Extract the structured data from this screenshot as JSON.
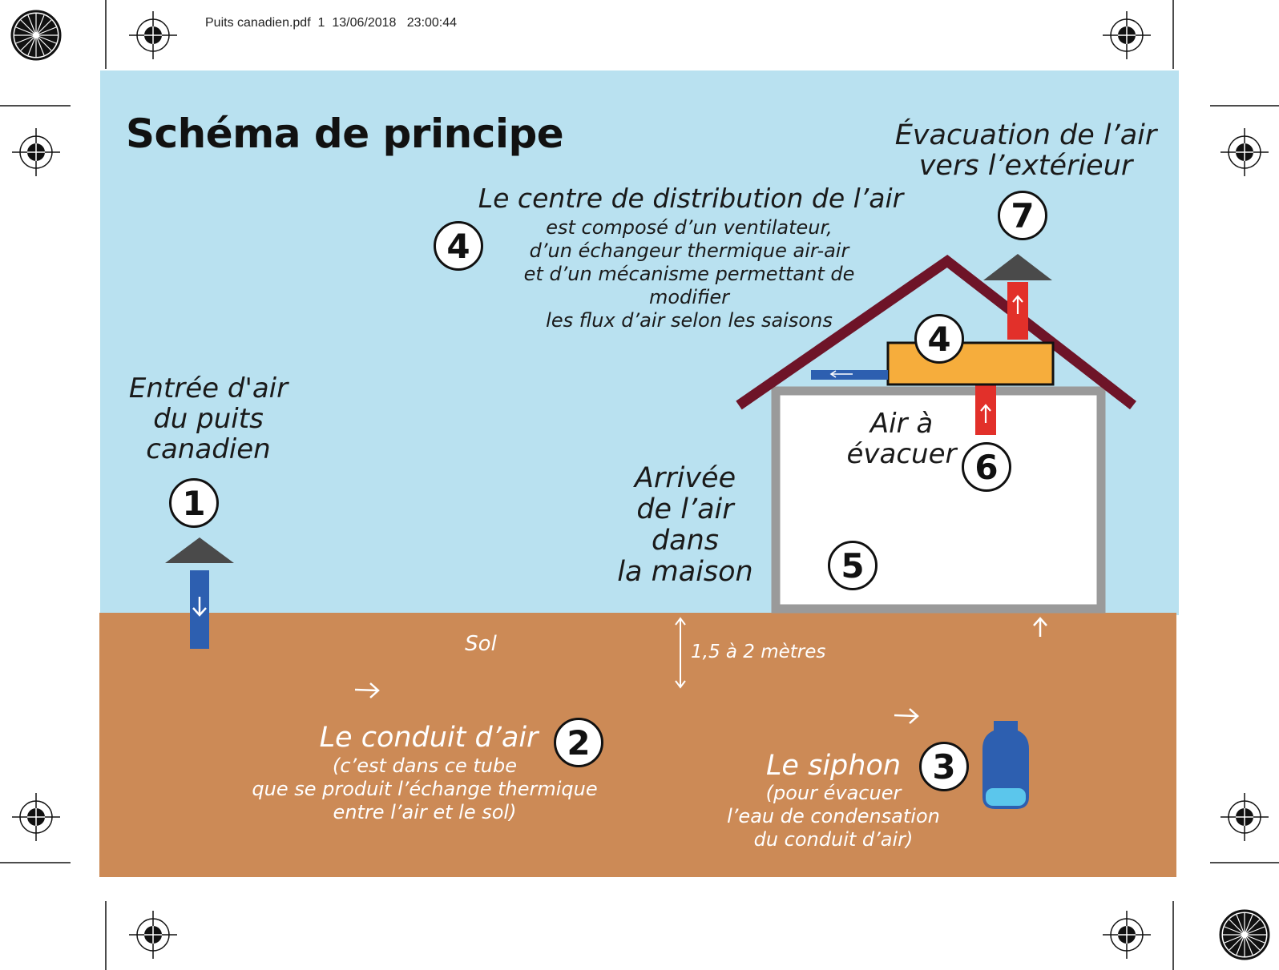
{
  "header": {
    "filename": "Puits canadien.pdf",
    "page": "1",
    "date": "13/06/2018",
    "time": "23:00:44"
  },
  "title": "Schéma de principe",
  "labels": {
    "entree": [
      "Entrée d'air",
      "du puits",
      "canadien"
    ],
    "distribution_title": "Le centre de distribution de l’air",
    "distribution_desc": [
      "est composé d’un ventilateur,",
      "d’un échangeur thermique air-air",
      "et d’un mécanisme permettant de modifier",
      "les flux d’air selon les saisons"
    ],
    "evacuation": [
      "Évacuation de l’air",
      "vers l’extérieur"
    ],
    "air_evacuer": [
      "Air à",
      "évacuer"
    ],
    "arrivee": [
      "Arrivée",
      "de l’air",
      "dans",
      "la maison"
    ],
    "sol": "Sol",
    "profondeur": "1,5 à 2 mètres",
    "conduit_title": "Le conduit d’air",
    "conduit_desc": [
      "(c’est dans ce tube",
      "que se produit l’échange thermique",
      "entre l’air et le sol)"
    ],
    "siphon_title": "Le siphon",
    "siphon_desc": [
      "(pour évacuer",
      "l’eau de condensation",
      "du conduit d’air)"
    ]
  },
  "badges": {
    "b1": "1",
    "b2": "2",
    "b3": "3",
    "b4a": "4",
    "b4b": "4",
    "b5": "5",
    "b6": "6",
    "b7": "7"
  },
  "colors": {
    "sky": "#b9e1f0",
    "soil": "#cc8a56",
    "pipe": "#2d5fb0",
    "roof": "#6e1428",
    "wall": "#9a9a9a",
    "unit": "#f6ad3c",
    "exhaust": "#e2302a",
    "cap": "#4a4a4a",
    "water": "#5bc6ec"
  }
}
